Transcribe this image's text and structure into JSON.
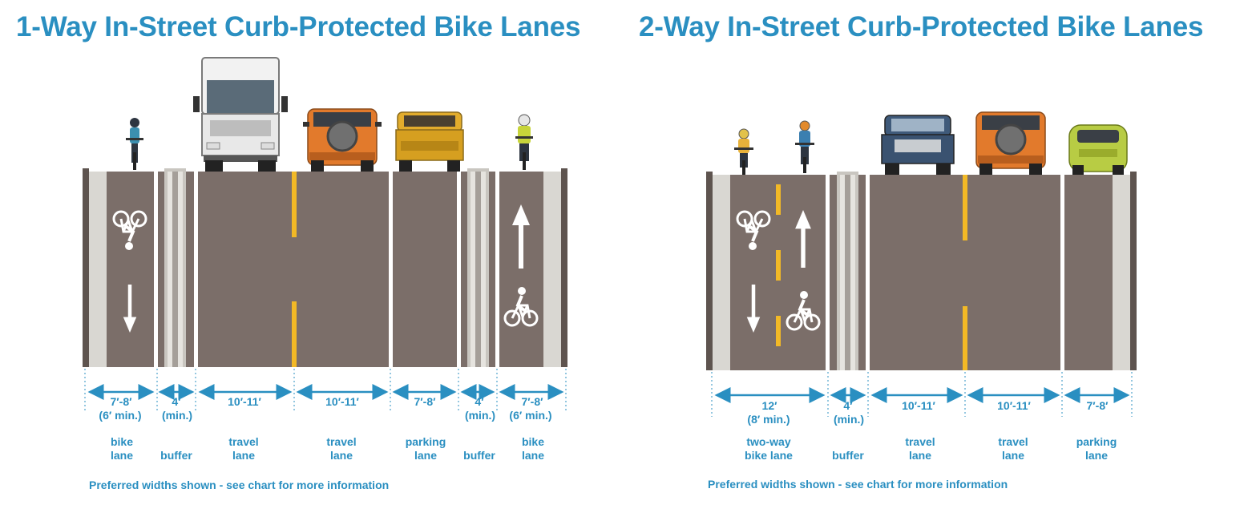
{
  "diagrams": [
    {
      "title": "1-Way In-Street Curb-Protected Bike Lanes",
      "note": "Preferred widths shown - see chart for more information",
      "lanes": [
        {
          "width": "7′-8′",
          "min": "(6′ min.)",
          "label1": "bike",
          "label2": "lane"
        },
        {
          "width": "4′",
          "min": "(min.)",
          "label1": "",
          "label2": "buffer"
        },
        {
          "width": "10′-11′",
          "min": "",
          "label1": "travel",
          "label2": "lane"
        },
        {
          "width": "10′-11′",
          "min": "",
          "label1": "travel",
          "label2": "lane"
        },
        {
          "width": "7′-8′",
          "min": "",
          "label1": "parking",
          "label2": "lane"
        },
        {
          "width": "4′",
          "min": "(min.)",
          "label1": "",
          "label2": "buffer"
        },
        {
          "width": "7′-8′",
          "min": "(6′ min.)",
          "label1": "bike",
          "label2": "lane"
        }
      ]
    },
    {
      "title": "2-Way In-Street Curb-Protected Bike Lanes",
      "note": "Preferred widths shown - see chart for more information",
      "lanes": [
        {
          "width": "12′",
          "min": "(8′ min.)",
          "label1": "two-way",
          "label2": "bike lane"
        },
        {
          "width": "4′",
          "min": "(min.)",
          "label1": "",
          "label2": "buffer"
        },
        {
          "width": "10′-11′",
          "min": "",
          "label1": "travel",
          "label2": "lane"
        },
        {
          "width": "10′-11′",
          "min": "",
          "label1": "travel",
          "label2": "lane"
        },
        {
          "width": "7′-8′",
          "min": "",
          "label1": "parking",
          "label2": "lane"
        }
      ]
    }
  ],
  "colors": {
    "title": "#2a8fc1",
    "asphalt": "#7b6e69",
    "curb": "#d9d7d2",
    "yellow_line": "#f2b926",
    "orange_vehicle": "#e27a2c",
    "yellow_vehicle": "#e2ac2c",
    "blue_vehicle": "#3f5a7a",
    "green_vehicle": "#b8cc44"
  }
}
